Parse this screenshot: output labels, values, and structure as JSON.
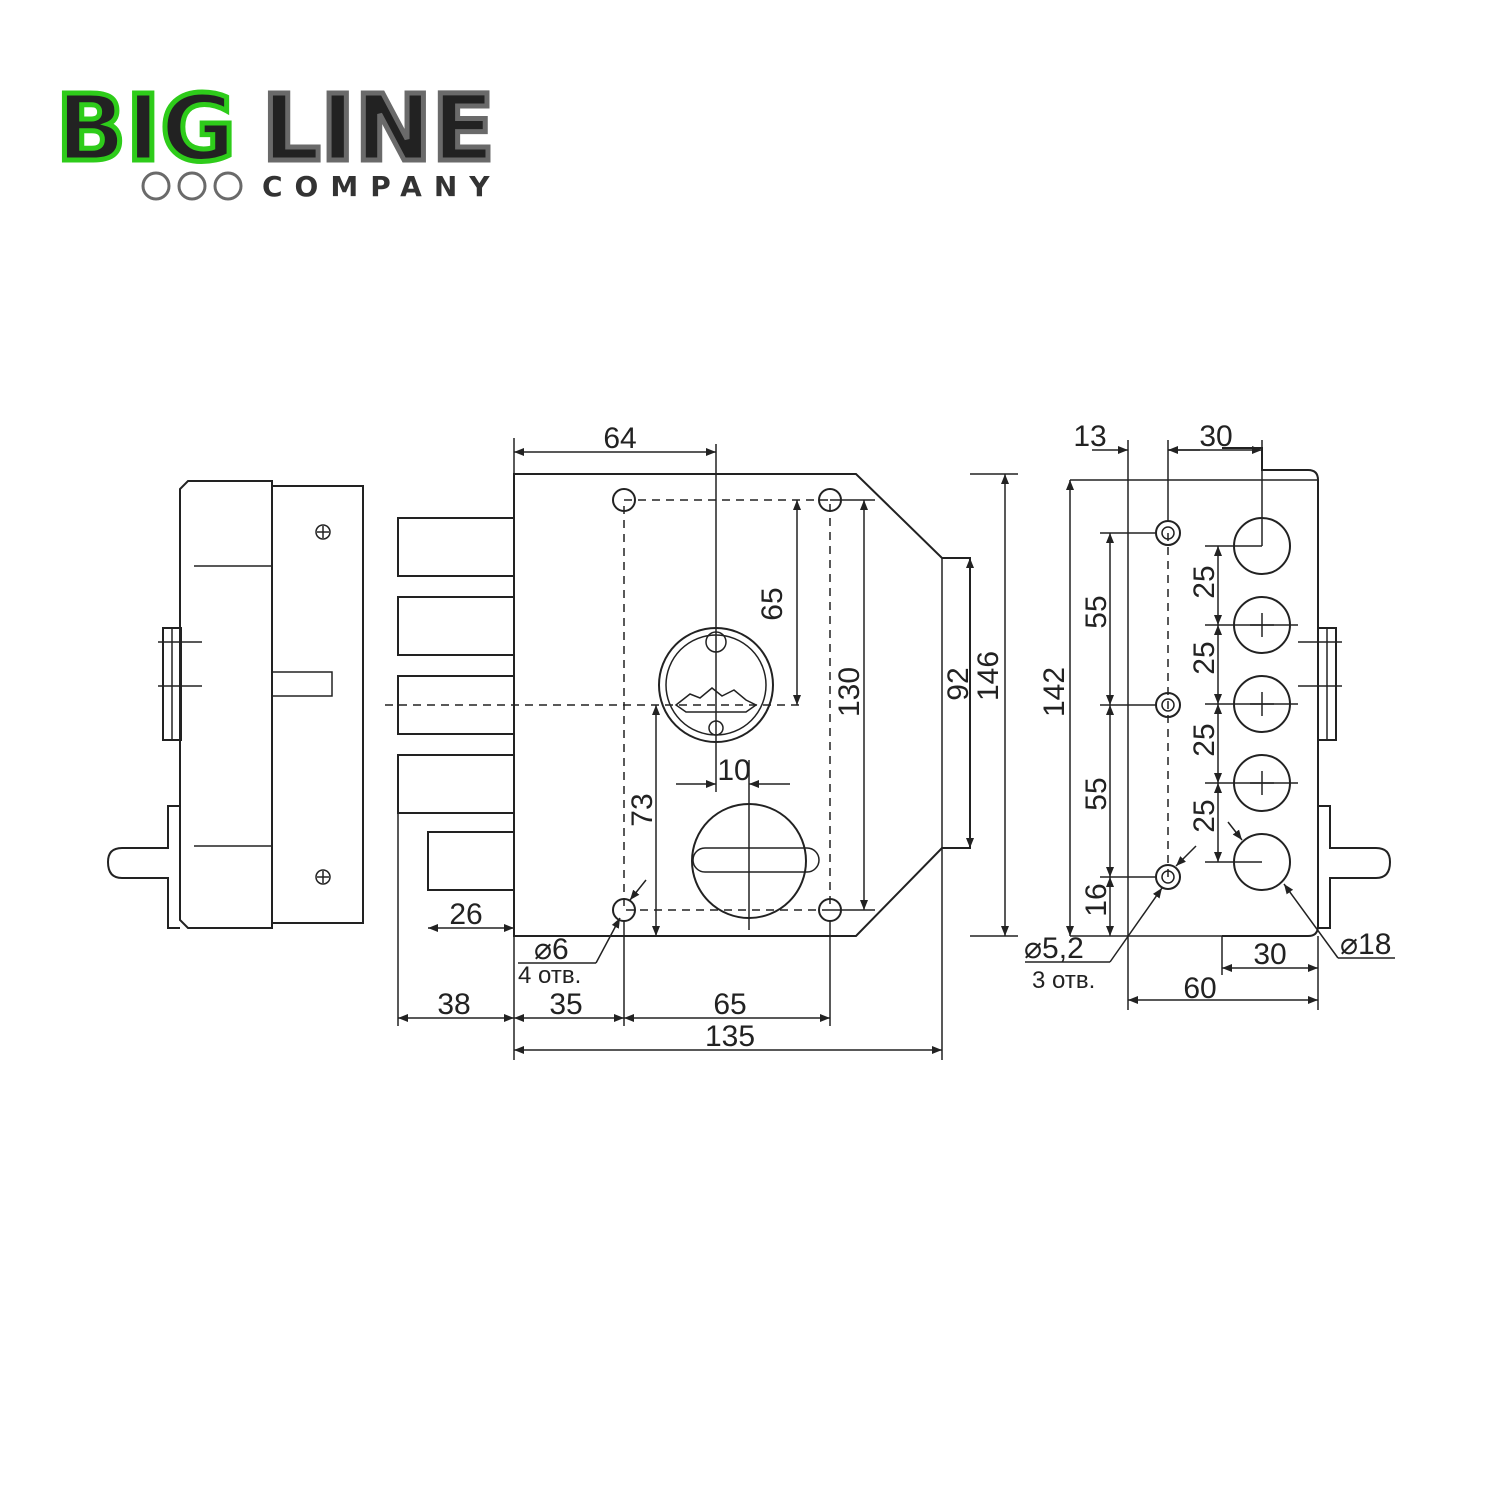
{
  "logo": {
    "word_green": "BIG",
    "word_gray": "LINE",
    "subtitle": "COMPANY",
    "green_color": "#2ecc1a",
    "gray_color": "#6a6a6a"
  },
  "dimensions": {
    "d64": "64",
    "d65_vertical": "65",
    "d130": "130",
    "d92": "92",
    "d146": "146",
    "d73": "73",
    "d10": "10",
    "d26": "26",
    "d38": "38",
    "d35": "35",
    "d65_horizontal": "65",
    "d135": "135",
    "d13": "13",
    "d30_top": "30",
    "d142": "142",
    "d55_top": "55",
    "d55_bottom": "55",
    "d16": "16",
    "d25_a": "25",
    "d25_b": "25",
    "d25_c": "25",
    "d25_d": "25",
    "d30_bottom": "30",
    "d60": "60"
  },
  "notes": {
    "hole6": "⌀6",
    "hole6_count": "4 отв.",
    "hole52": "⌀5,2",
    "hole52_count": "3 отв.",
    "hole18": "⌀18"
  }
}
